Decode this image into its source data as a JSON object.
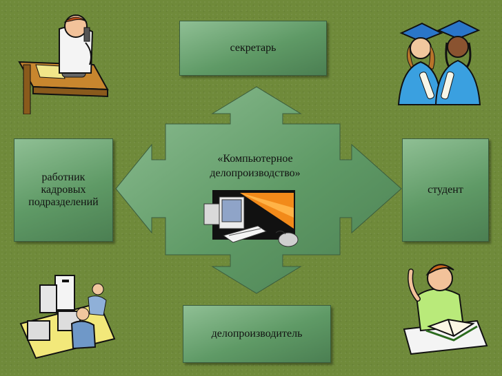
{
  "center": {
    "line1": "«Компьютерное",
    "line2": "делопроизводство»"
  },
  "top_box": {
    "label": "секретарь"
  },
  "bottom_box": {
    "label": "делопроизводитель"
  },
  "left_box": {
    "line1": "работник",
    "line2": "кадровых",
    "line3": "подразделений"
  },
  "right_box": {
    "label": "студент"
  },
  "clipart": {
    "top_left": "telephone-secretary-icon",
    "top_right": "graduates-icon",
    "bottom_left": "office-workers-icon",
    "bottom_right": "student-reading-icon",
    "center": "computer-icon"
  }
}
